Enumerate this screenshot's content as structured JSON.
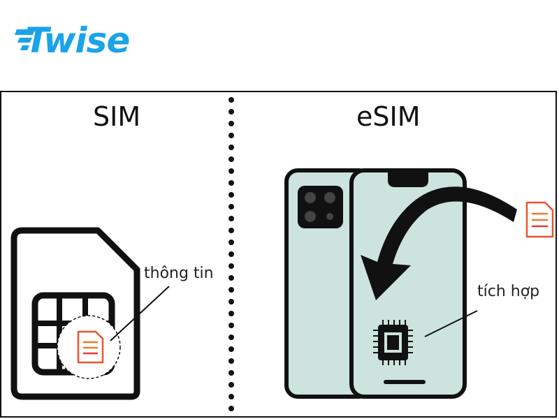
{
  "brand": {
    "name": "Twise",
    "color": "#1aa3e8"
  },
  "diagram": {
    "left_title": "SIM",
    "right_title": "eSIM",
    "sim_label": "thông tin",
    "esim_label": "tích hợp"
  },
  "colors": {
    "phone_fill": "#cde3dd",
    "outline": "#111111",
    "doc_orange": "#f07a2a",
    "doc_red": "#e03a3a"
  },
  "icons": [
    "sim-card-icon",
    "document-icon",
    "smartphone-back-icon",
    "smartphone-front-icon",
    "chip-icon",
    "curved-arrow-icon"
  ]
}
